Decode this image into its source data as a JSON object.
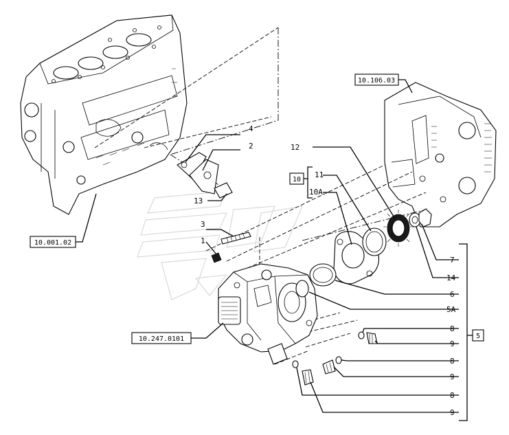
{
  "references": {
    "engine_block": "10.001.02",
    "timing_cover": "10.106.03",
    "injection_pump": "10.247.0101",
    "kit_10": "10",
    "kit_5": "5"
  },
  "callouts": {
    "c1": "1",
    "c2": "2",
    "c3": "3",
    "c4": "4",
    "c13": "13",
    "c12": "12",
    "c11": "11",
    "c10a": "10A",
    "c7": "7",
    "c14": "14",
    "c6": "6",
    "c5a": "5A",
    "c8a": "8",
    "c9a": "9",
    "c8b": "8",
    "c9b": "9",
    "c8c": "8",
    "c9c": "9"
  }
}
